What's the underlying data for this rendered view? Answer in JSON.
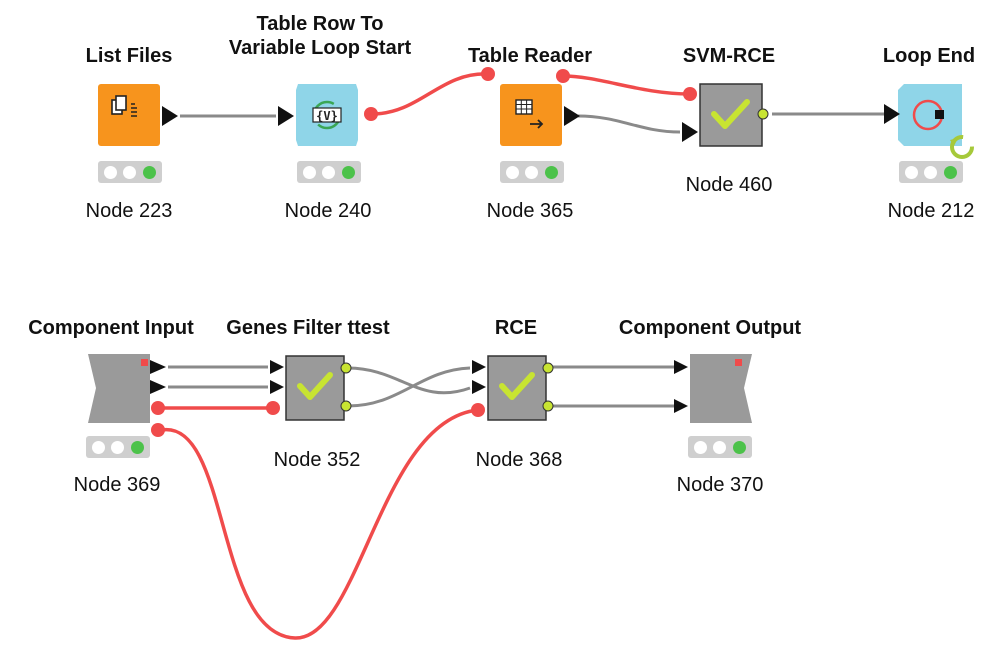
{
  "colors": {
    "reader_orange": "#f7941d",
    "loop_blue": "#8fd5e8",
    "metanode_gray": "#9a9a9a",
    "check_yellow": "#c8e432",
    "flow_variable_red": "#f04b4b",
    "connection_gray": "#8a8a8a",
    "traffic_green": "#4cc24a"
  },
  "workflow": {
    "top_row": [
      {
        "id": "list-files",
        "title": "List Files",
        "label": "Node 223",
        "type": "reader"
      },
      {
        "id": "table-row-loop",
        "title": "Table Row To\nVariable Loop Start",
        "label": "Node 240",
        "type": "loop-start"
      },
      {
        "id": "table-reader",
        "title": "Table Reader",
        "label": "Node 365",
        "type": "reader"
      },
      {
        "id": "svm-rce",
        "title": "SVM-RCE",
        "label": "Node 460",
        "type": "metanode"
      },
      {
        "id": "loop-end",
        "title": "Loop End",
        "label": "Node 212",
        "type": "loop-end"
      }
    ],
    "bottom_row": [
      {
        "id": "component-input",
        "title": "Component Input",
        "label": "Node 369",
        "type": "component-input"
      },
      {
        "id": "genes-filter",
        "title": "Genes Filter ttest",
        "label": "Node 352",
        "type": "metanode"
      },
      {
        "id": "rce",
        "title": "RCE",
        "label": "Node 368",
        "type": "metanode"
      },
      {
        "id": "component-output",
        "title": "Component Output",
        "label": "Node 370",
        "type": "component-output"
      }
    ]
  },
  "icons": {
    "list-files": "files-list-icon",
    "table-row-loop": "variable-loop-icon",
    "table-reader": "table-arrow-icon",
    "loop-end": "loop-end-icon"
  }
}
